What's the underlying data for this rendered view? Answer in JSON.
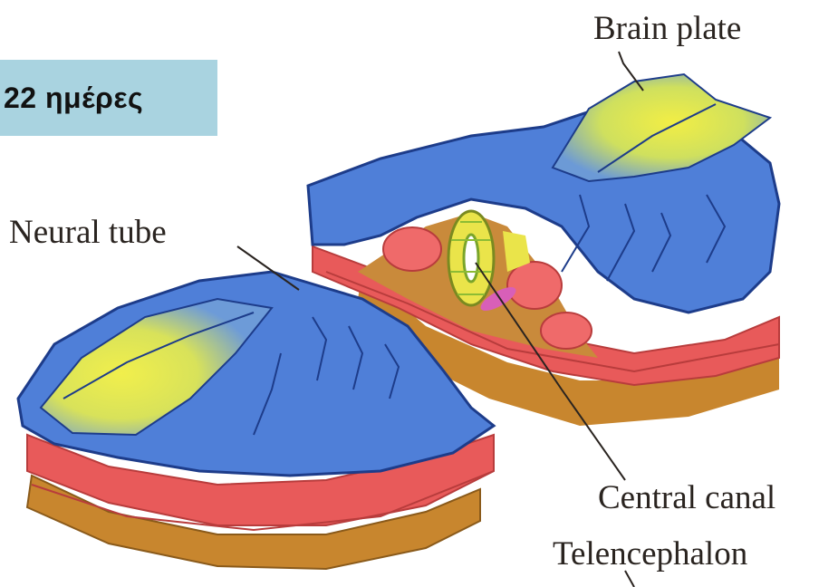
{
  "badge": {
    "text": "22 ημέρες"
  },
  "labels": {
    "brain_plate": "Brain plate",
    "neural_tube": "Neural tube",
    "central_canal": "Central canal",
    "telencephalon": "Telencephalon"
  },
  "colors": {
    "badge_bg": "#a9d3e0",
    "ectoderm_blue": "#4f7fd8",
    "neural_plate_yellow": "#e3e04a",
    "mesoderm_red": "#e85a5a",
    "endoderm_orange": "#c8862e",
    "canal_green": "#9acc3a",
    "pink": "#d85fb8"
  }
}
